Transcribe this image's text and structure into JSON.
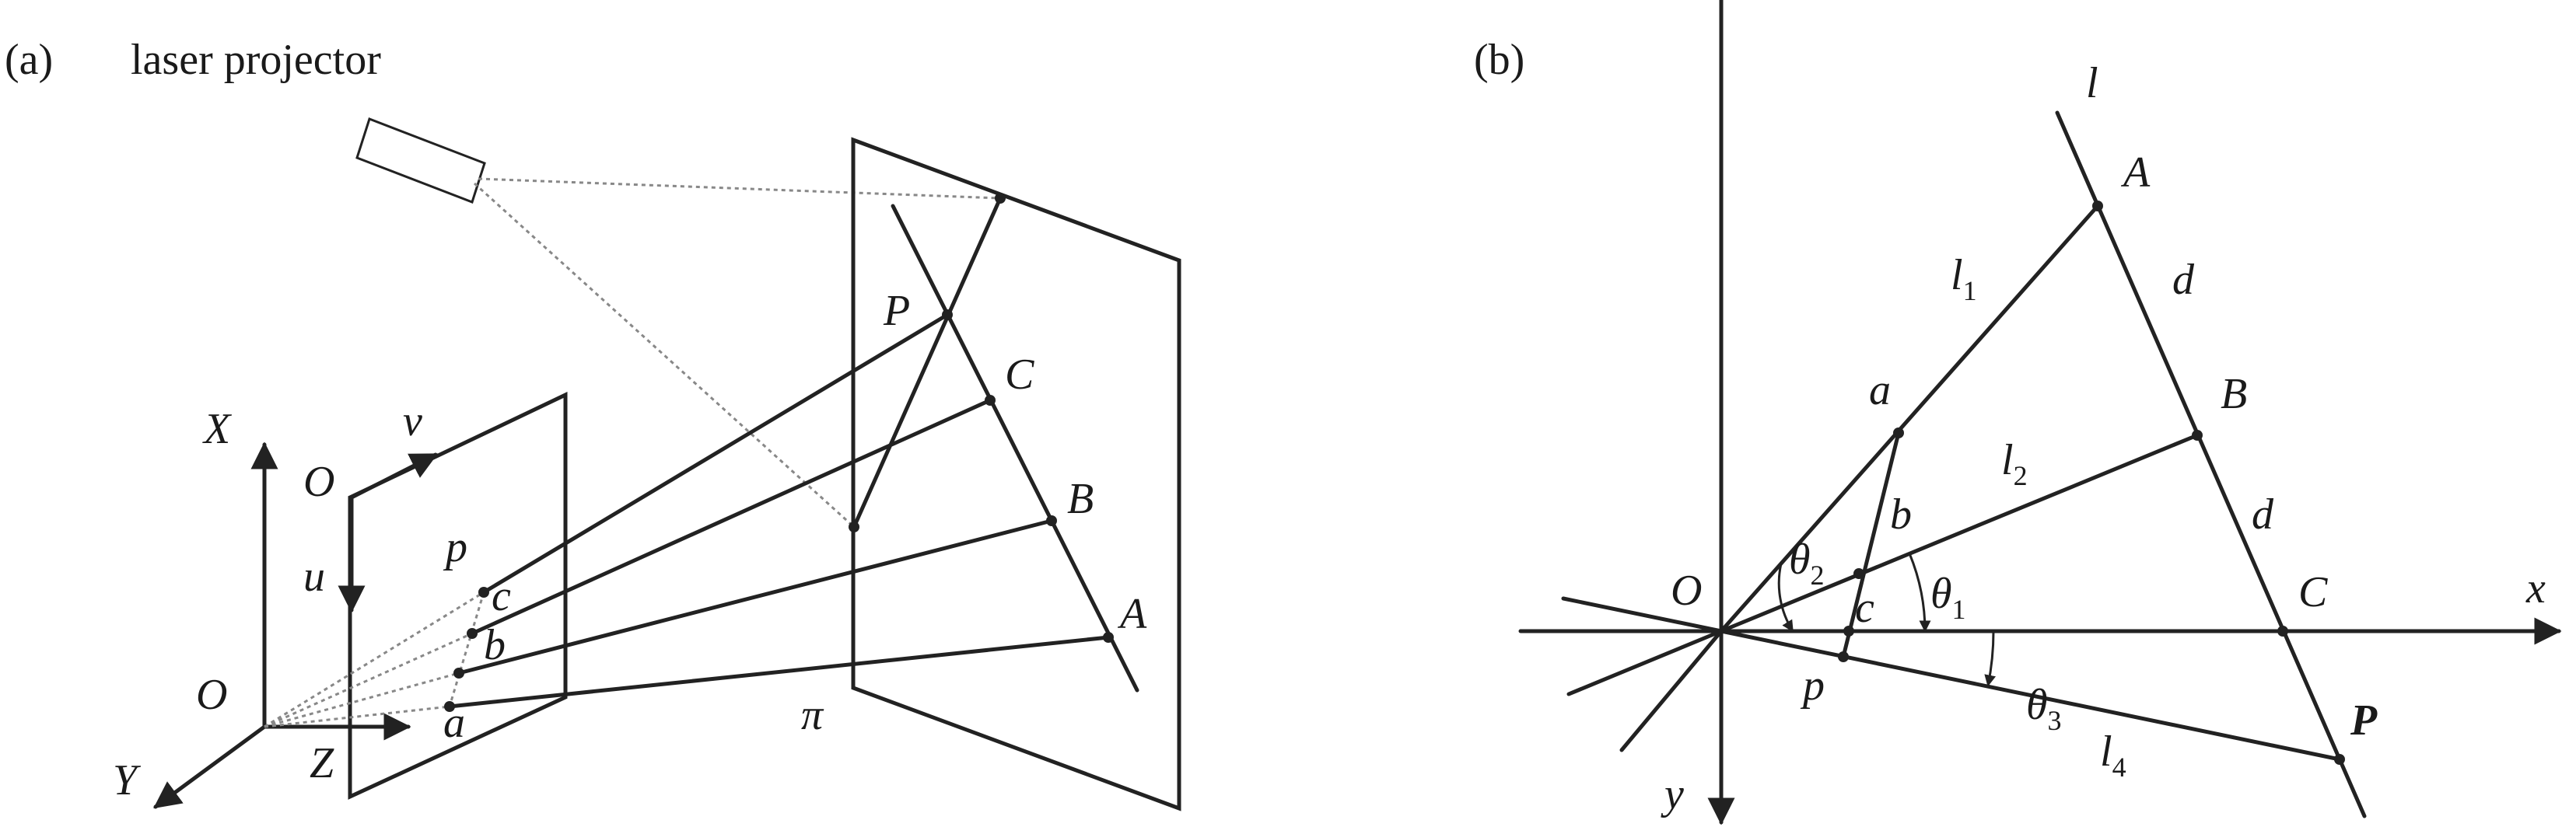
{
  "panel_a": {
    "tag": "(a)",
    "projector_label": "laser projector",
    "world_axes": {
      "x": "X",
      "y": "Y",
      "z": "Z",
      "origin": "O"
    },
    "image_plane": {
      "origin": "O",
      "u": "u",
      "v": "v"
    },
    "image_points": {
      "p": "p",
      "a": "a",
      "b": "b",
      "c": "c"
    },
    "scene_points": {
      "P": "P",
      "A": "A",
      "B": "B",
      "C": "C"
    },
    "plane_label": "π"
  },
  "panel_b": {
    "tag": "(b)",
    "origin": "O",
    "axis_x": "x",
    "axis_y": "y",
    "line_l": "l",
    "points": {
      "A": "A",
      "B": "B",
      "C": "C",
      "P": "P",
      "a": "a",
      "b": "b",
      "c": "c",
      "p": "p"
    },
    "distance": "d",
    "lines": [
      {
        "base": "l",
        "sub": "1"
      },
      {
        "base": "l",
        "sub": "2"
      },
      {
        "base": "l",
        "sub": "4"
      }
    ],
    "angles": [
      {
        "base": "θ",
        "sub": "1"
      },
      {
        "base": "θ",
        "sub": "2"
      },
      {
        "base": "θ",
        "sub": "3"
      }
    ]
  }
}
